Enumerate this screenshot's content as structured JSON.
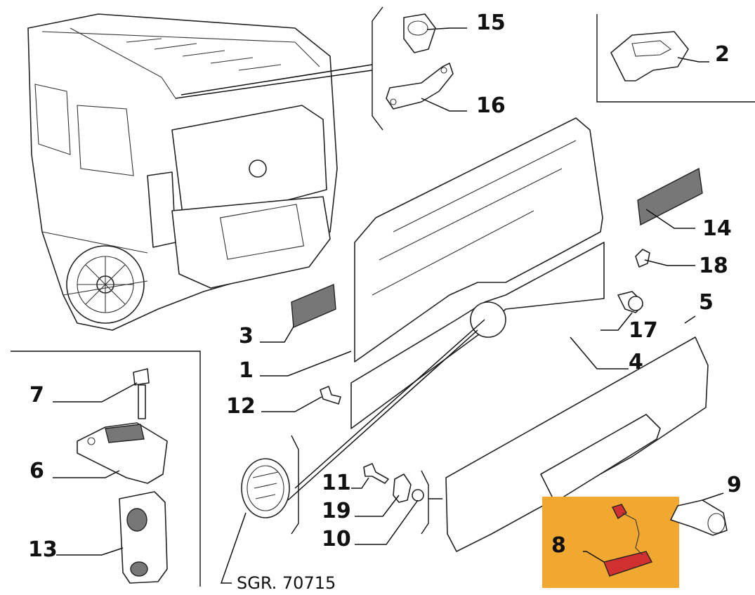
{
  "diagram": {
    "reference": "SGR. 70715",
    "highlight_color": "#F0A830",
    "part_color": "#D03030",
    "callouts": [
      {
        "id": "1",
        "label": "1"
      },
      {
        "id": "2",
        "label": "2"
      },
      {
        "id": "3",
        "label": "3"
      },
      {
        "id": "4",
        "label": "4"
      },
      {
        "id": "5",
        "label": "5"
      },
      {
        "id": "6",
        "label": "6"
      },
      {
        "id": "7",
        "label": "7"
      },
      {
        "id": "8",
        "label": "8"
      },
      {
        "id": "9",
        "label": "9"
      },
      {
        "id": "10",
        "label": "10"
      },
      {
        "id": "11",
        "label": "11"
      },
      {
        "id": "12",
        "label": "12"
      },
      {
        "id": "13",
        "label": "13"
      },
      {
        "id": "14",
        "label": "14"
      },
      {
        "id": "15",
        "label": "15"
      },
      {
        "id": "16",
        "label": "16"
      },
      {
        "id": "17",
        "label": "17"
      },
      {
        "id": "18",
        "label": "18"
      },
      {
        "id": "19",
        "label": "19"
      }
    ],
    "icons": [
      "car-rear-icon",
      "glass-icon",
      "badge-icon",
      "bolt-icon",
      "switch-icon"
    ]
  }
}
